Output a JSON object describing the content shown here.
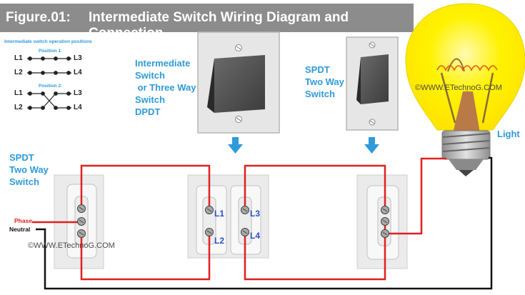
{
  "title": {
    "figure": "Figure.01:",
    "text": "Intermediate Switch Wiring Diagram and Connection"
  },
  "positions_panel": {
    "heading": "Intermediate switch operation positions",
    "position1": "Position 1:",
    "position2": "Position 2:",
    "terminals": {
      "l1": "L1",
      "l2": "L2",
      "l3": "L3",
      "l4": "L4"
    }
  },
  "labels": {
    "intermediate": [
      "Intermediate",
      "Switch",
      " or Three Way",
      "Switch",
      "DPDT"
    ],
    "spdt_right": [
      "SPDT",
      "Two Way",
      "Switch"
    ],
    "spdt_left": [
      "SPDT",
      "Two Way",
      "Switch"
    ],
    "light": "Light",
    "phase": "Phase",
    "neutral": "Neutral",
    "watermark": "©WWW.ETechnoG.COM"
  },
  "terminal_labels": {
    "l1": "L1",
    "l2": "L2",
    "l3": "L3",
    "l4": "L4"
  },
  "colors": {
    "title_bar": "#8c8c8c",
    "accent_blue": "#2e9ad8",
    "phase_wire": "#e02020",
    "neutral_wire": "#111111",
    "bulb": "#ffee00"
  }
}
